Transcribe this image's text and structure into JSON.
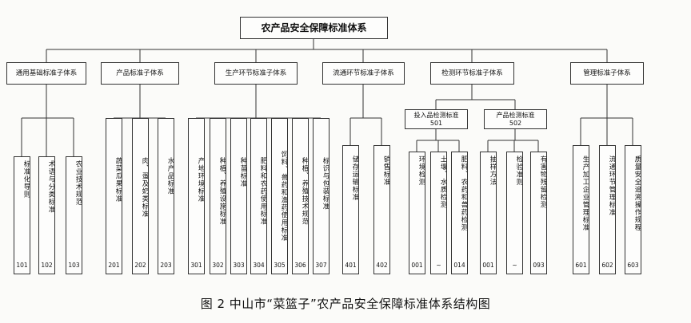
{
  "title": "农产品安全保障标准体系",
  "caption": "图 2  中山市“菜篮子”农产品安全保障标准体系结构图",
  "groups": [
    {
      "label": "通用基础标准子体系",
      "leaves": [
        {
          "text": "标准化导则",
          "code": "101"
        },
        {
          "text": "术语与分类标准",
          "code": "102"
        },
        {
          "text": "农业技术规范",
          "code": "103"
        }
      ]
    },
    {
      "label": "产品标准子体系",
      "leaves": [
        {
          "text": "蔬菜瓜果标准",
          "code": "201"
        },
        {
          "text": "肉、蛋及奶类标准",
          "code": "202"
        },
        {
          "text": "水产品标准",
          "code": "203"
        }
      ]
    },
    {
      "label": "生产环节标准子体系",
      "leaves": [
        {
          "text": "产地环境标准",
          "code": "301"
        },
        {
          "text": "种植、养殖设施标准",
          "code": "302"
        },
        {
          "text": "种苗标准",
          "code": "303"
        },
        {
          "text": "肥料和农药使用标准",
          "code": "304"
        },
        {
          "text": "饲料、兽药和渔药使用标准",
          "code": "305"
        },
        {
          "text": "种植、养殖技术规范",
          "code": "306"
        },
        {
          "text": "标识与包装标准",
          "code": "307"
        }
      ]
    },
    {
      "label": "流通环节标准子体系",
      "leaves": [
        {
          "text": "储存运输标准",
          "code": "401"
        },
        {
          "text": "销售标准",
          "code": "402"
        }
      ]
    },
    {
      "label": "检测环节标准子体系",
      "subgroups": [
        {
          "label": "投入品检测标准",
          "code": "501",
          "leaves": [
            {
              "text": "环境检测",
              "code": "001"
            },
            {
              "text": "土壤、水质检测",
              "code": "~"
            },
            {
              "text": "肥料、农药和兽药检测",
              "code": "014"
            }
          ]
        },
        {
          "label": "产品检测标准",
          "code": "502",
          "leaves": [
            {
              "text": "抽样方法",
              "code": "001"
            },
            {
              "text": "检验准则",
              "code": "~"
            },
            {
              "text": "有害物残留检测",
              "code": "093"
            }
          ]
        }
      ]
    },
    {
      "label": "管理标准子体系",
      "leaves": [
        {
          "text": "生产加工企业管理标准",
          "code": "601"
        },
        {
          "text": "流通环节管理标准",
          "code": "602"
        },
        {
          "text": "质量安全追溯操作规程",
          "code": "603"
        }
      ]
    }
  ]
}
